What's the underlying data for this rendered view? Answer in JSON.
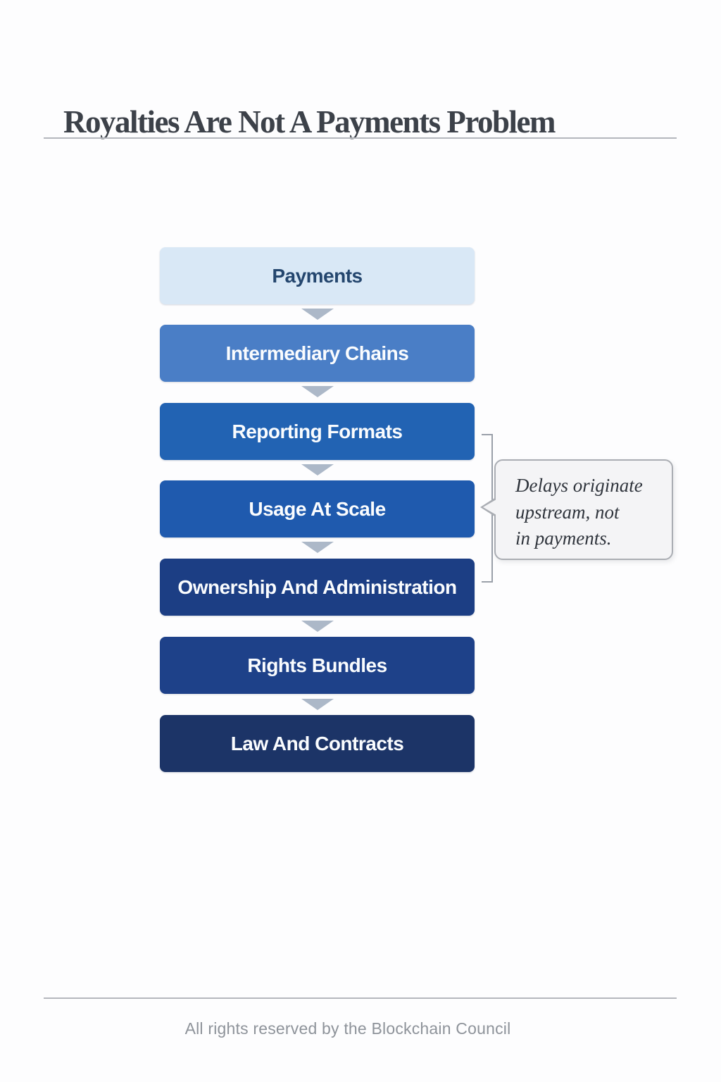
{
  "header": {
    "title": "Royalties Are Not A Payments Problem"
  },
  "flow": {
    "steps": [
      {
        "label": "Payments",
        "bg": "#d9e8f6",
        "color": "#24466e"
      },
      {
        "label": "Intermediary Chains",
        "bg": "#4a7ec6",
        "color": "#fafcfe"
      },
      {
        "label": "Reporting Formats",
        "bg": "#2263b3",
        "color": "#fafcfe"
      },
      {
        "label": "Usage At Scale",
        "bg": "#1f5aae",
        "color": "#fafcfe"
      },
      {
        "label": "Ownership And Administration",
        "bg": "#1c3e84",
        "color": "#fafcfe"
      },
      {
        "label": "Rights Bundles",
        "bg": "#1e4189",
        "color": "#fafcfe"
      },
      {
        "label": "Law And Contracts",
        "bg": "#1c3467",
        "color": "#fafcfe"
      }
    ],
    "arrow_color": "#acb8c8"
  },
  "callout": {
    "text": "Delays originate upstream, not in payments.",
    "lines": [
      "Delays originate",
      "upstream, not",
      "in payments."
    ],
    "bg": "#f4f4f6",
    "border": "#aaadb3"
  },
  "footer": {
    "text": "All rights reserved by the Blockchain Council"
  }
}
